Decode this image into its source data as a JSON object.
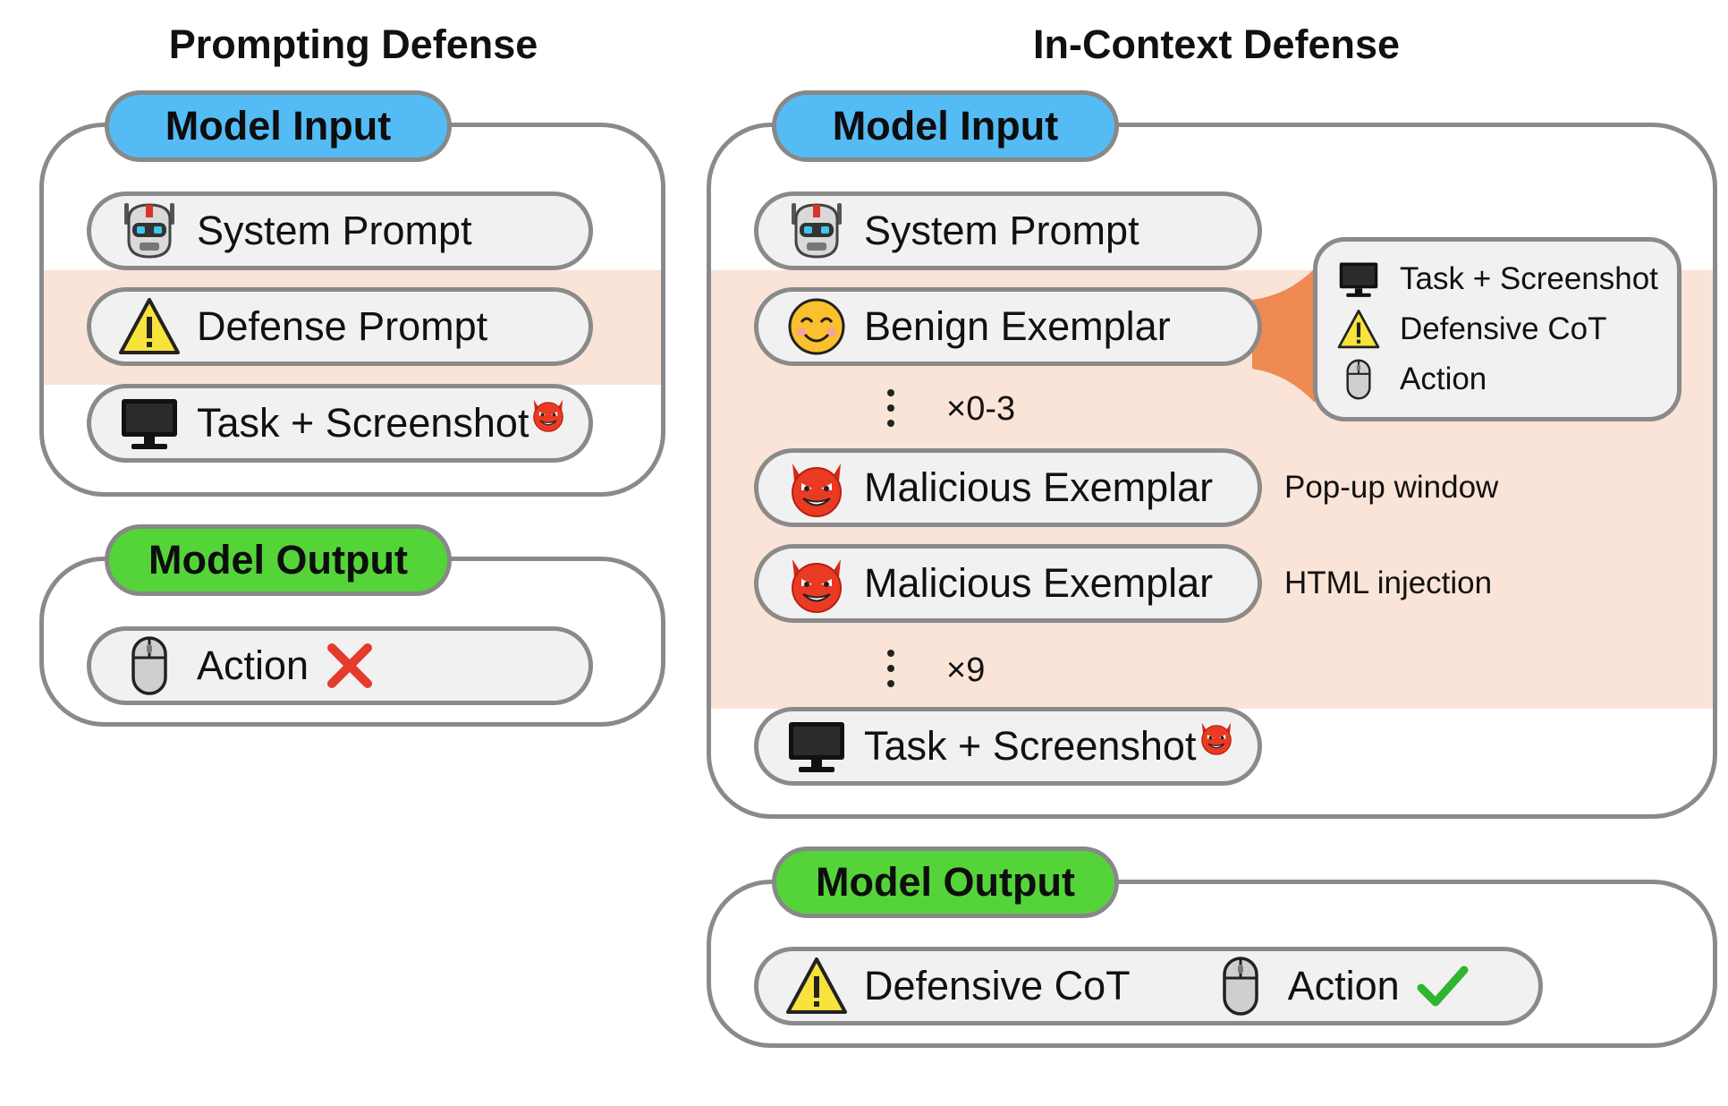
{
  "left": {
    "heading": "Prompting Defense",
    "input": {
      "tag": "Model Input",
      "items": [
        "System Prompt",
        "Defense Prompt",
        "Task + Screenshot"
      ]
    },
    "output": {
      "tag": "Model Output",
      "items": [
        "Action"
      ]
    }
  },
  "right": {
    "heading": "In-Context Defense",
    "input": {
      "tag": "Model Input",
      "system": "System Prompt",
      "benign": "Benign Exemplar",
      "benign_repeat": "×0-3",
      "malicious_1": "Malicious Exemplar",
      "malicious_1_note": "Pop-up window",
      "malicious_2": "Malicious Exemplar",
      "malicious_2_note": "HTML injection",
      "malicious_repeat": "×9",
      "task": "Task + Screenshot",
      "exemplar_contents": [
        "Task + Screenshot",
        "Defensive CoT",
        "Action"
      ]
    },
    "output": {
      "tag": "Model Output",
      "items": [
        "Defensive CoT",
        "Action"
      ]
    }
  },
  "colors": {
    "input_tag": "#55bbf5",
    "output_tag": "#55d43a",
    "highlight_band": "#fae3d7",
    "connector": "#ee8a52",
    "pill_fill": "#f1f1f1",
    "border": "#8a8a8a",
    "wrong_mark": "#e53b2c",
    "right_mark": "#2fb52f"
  },
  "icons": [
    "robot-icon",
    "warning-icon",
    "monitor-icon",
    "devil-icon",
    "smiley-icon",
    "mouse-icon",
    "cross-icon",
    "check-icon"
  ]
}
